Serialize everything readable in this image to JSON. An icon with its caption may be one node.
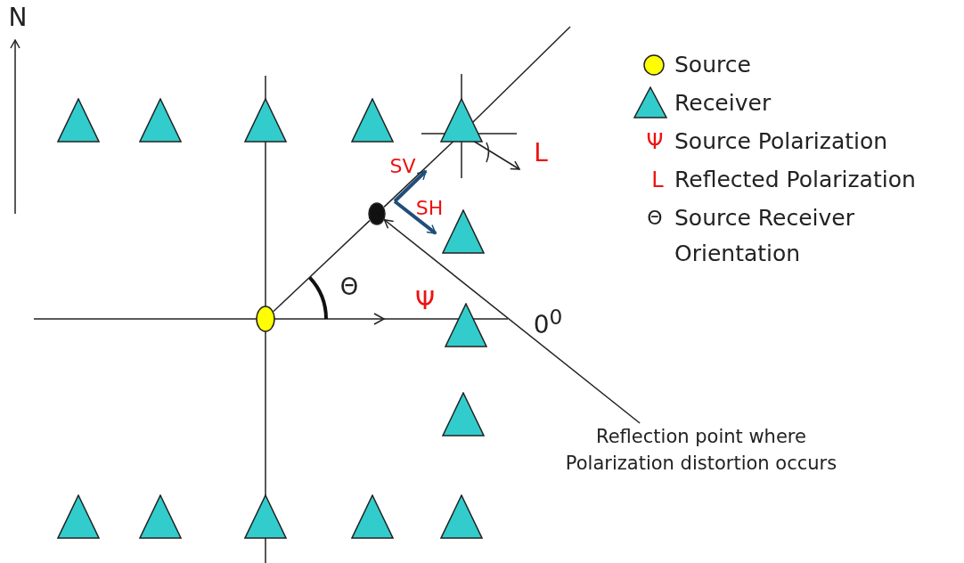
{
  "diagram": {
    "nodes": [
      {
        "text": [],
        "shape": "triangle"
      },
      {
        "text": [],
        "shape": "triangle"
      },
      {
        "text": [],
        "shape": "triangle"
      },
      {
        "text": [],
        "shape": "triangle"
      },
      {
        "text": [],
        "shape": "triangle"
      },
      {
        "text": [],
        "shape": "circle"
      },
      {
        "text": [],
        "shape": "triangle"
      },
      {
        "text": [],
        "shape": "circle"
      },
      {
        "text": [],
        "shape": "triangle"
      },
      {
        "text": [],
        "shape": "triangle"
      },
      {
        "text": [
          "Reflection point where Polarization distortion occurs"
        ]
      },
      {
        "text": [],
        "shape": "triangle"
      },
      {
        "text": [],
        "shape": "triangle"
      },
      {
        "text": [],
        "shape": "triangle"
      },
      {
        "text": [],
        "shape": "triangle"
      },
      {
        "text": [],
        "shape": "triangle"
      }
    ],
    "edges": [
      {
        "from": 7,
        "to": 5,
        "arrow": "none"
      },
      {
        "from": 5,
        "to": 4,
        "arrow": "none"
      },
      {
        "from": 10,
        "to": 5,
        "arrow": "to"
      }
    ],
    "labels": [
      "N",
      "SV",
      "L",
      "Θ",
      "Ψ",
      "0$^{0}$",
      "SH",
      "Ψ",
      "L",
      "Θ"
    ],
    "legend": [
      {
        "text": "Source"
      },
      {
        "text": "Receiver"
      },
      {
        "text": "Source Polarization"
      },
      {
        "text": "Reflected Polarization"
      },
      {
        "text": "Source Receiver Orientation"
      }
    ]
  }
}
